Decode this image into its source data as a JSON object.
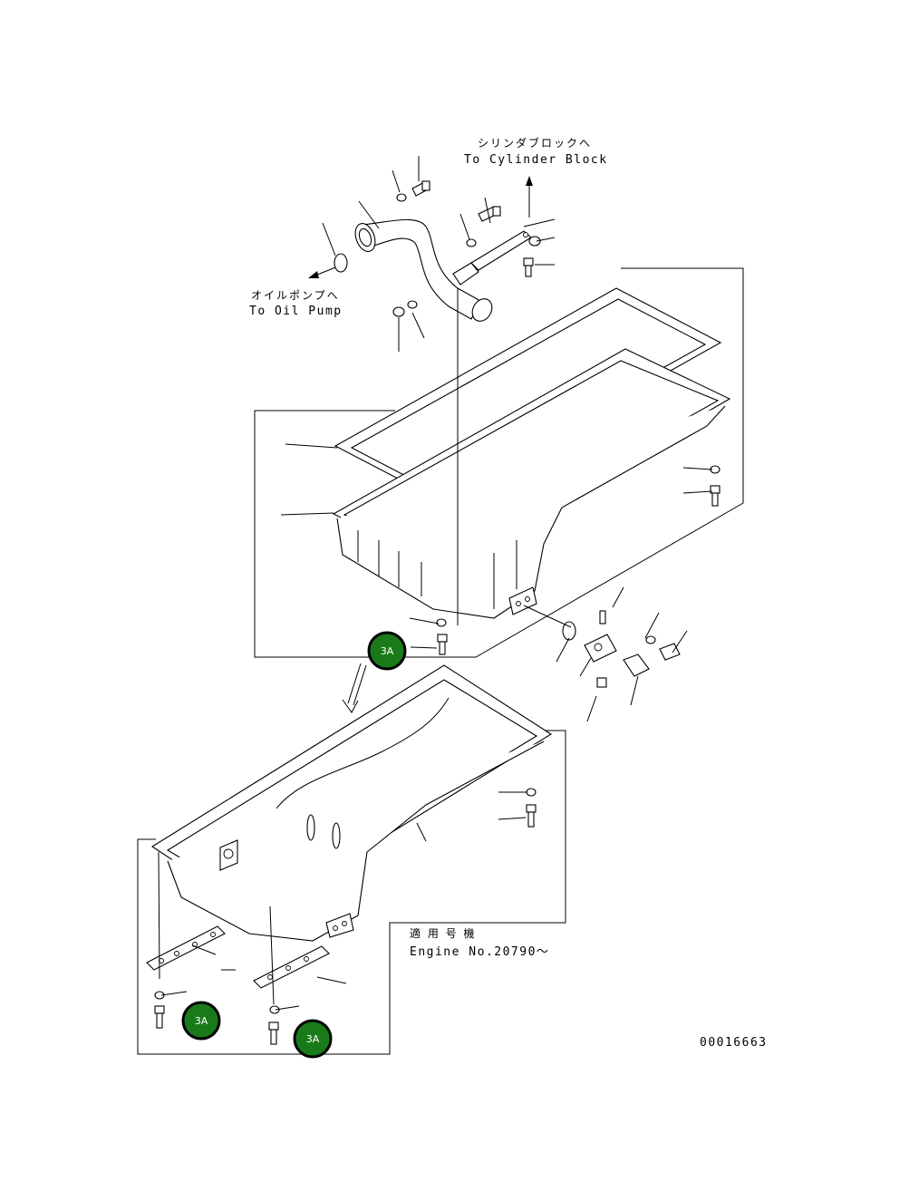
{
  "labels": {
    "to_cylinder_block_jp": "シリンダブロックへ",
    "to_cylinder_block_en": "To Cylinder Block",
    "to_oil_pump_jp": "オイルポンプへ",
    "to_oil_pump_en": "To Oil Pump",
    "applicable_jp": "適 用 号 機",
    "engine_no": "Engine No.20790～",
    "drawing_number": "00016663"
  },
  "badges": [
    {
      "text": "3A"
    },
    {
      "text": "3A"
    },
    {
      "text": "3A"
    }
  ],
  "colors": {
    "badge_fill": "#1a7a1a",
    "line": "#000000",
    "background": "#ffffff"
  }
}
